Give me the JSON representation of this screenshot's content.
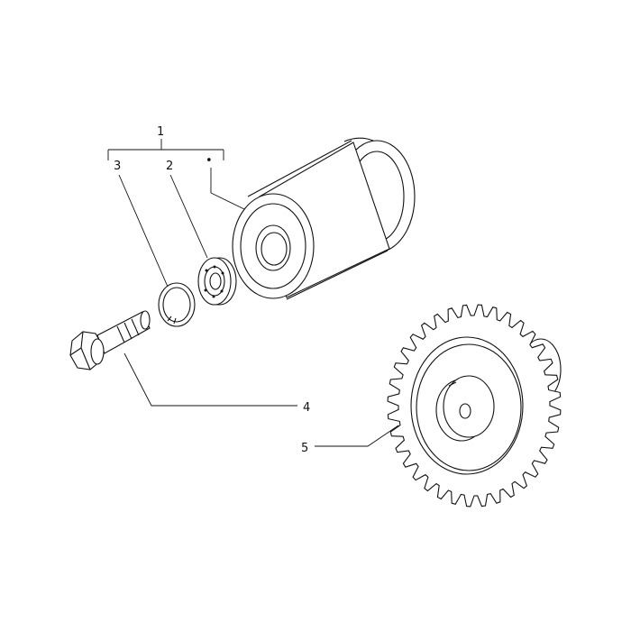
{
  "callouts": {
    "assembly": "1",
    "bearing": "2",
    "circlip": "3",
    "bolt": "4",
    "gear": "5",
    "dot": "•"
  },
  "colors": {
    "ink": "#111111",
    "paper": "#ffffff"
  }
}
